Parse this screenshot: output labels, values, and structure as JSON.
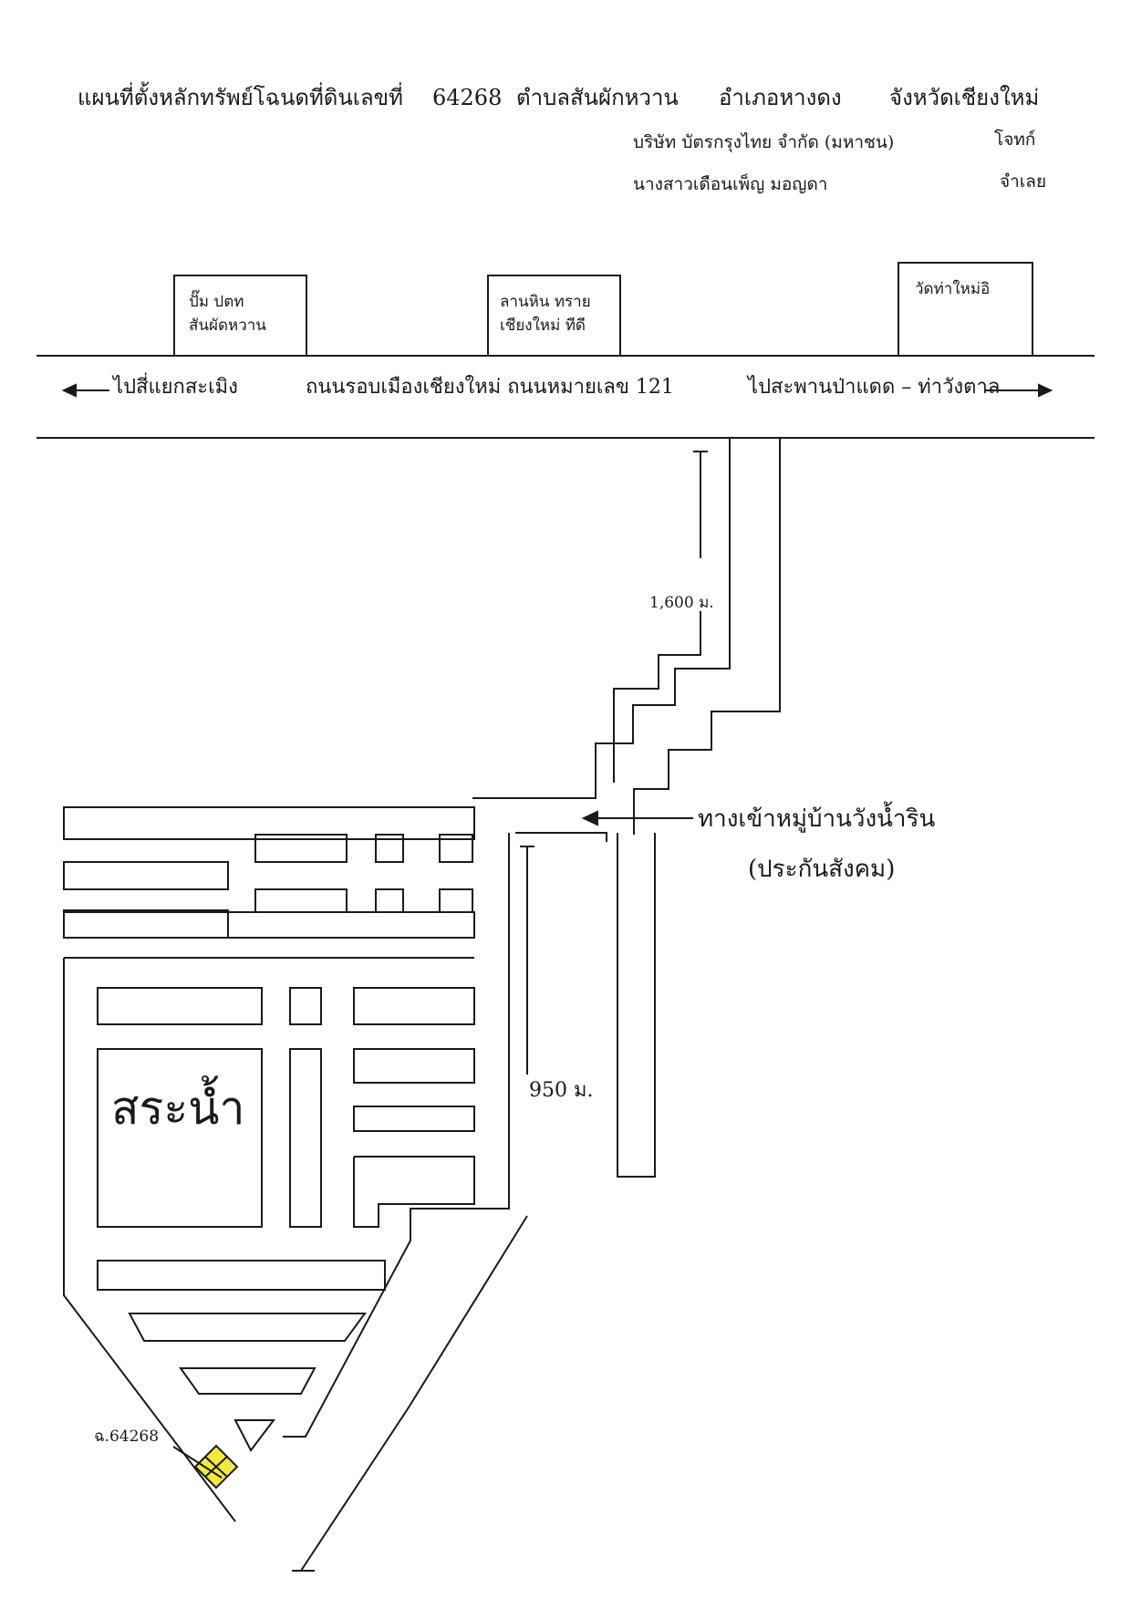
{
  "header": {
    "title": "แผนที่ตั้งหลักทรัพย์โฉนดที่ดินเลขที่",
    "deed_no": "64268",
    "subdistrict": "ตำบลสันผักหวาน",
    "district": "อำเภอหางดง",
    "province": "จังหวัดเชียงใหม่",
    "party1_name": "บริษัท บัตรกรุงไทย จำกัด (มหาชน)",
    "party1_role": "โจทก์",
    "party2_name": "นางสาวเดือนเพ็ญ มอญดา",
    "party2_role": "จำเลย"
  },
  "landmarks": {
    "gas_station_line1": "ปั๊ม ปตท",
    "gas_station_line2": "สันผัดหวาน",
    "stone_sand_line1": "ลานหิน ทราย",
    "stone_sand_line2": "เชียงใหม่ ทีดี",
    "temple": "วัดท่าใหม่อิ"
  },
  "road": {
    "left_direction": "ไปสี่แยกสะเมิง",
    "name": "ถนนรอบเมืองเชียงใหม่ ถนนหมายเลข 121",
    "right_direction": "ไปสะพานป่าแดด – ท่าวังตาล"
  },
  "distances": {
    "main_lane": "1,600 ม.",
    "inner_lane": "950 ม."
  },
  "village_entrance": {
    "line1": "ทางเข้าหมู่บ้านวังน้ำริน",
    "line2": "(ประกันสังคม)"
  },
  "pond_label": "สระน้ำ",
  "plot_label": "ฉ.64268",
  "colors": {
    "ink": "#1a1a1a",
    "plot_marker_fill": "#f2ea3a",
    "accent_blue": "#3050c0"
  }
}
